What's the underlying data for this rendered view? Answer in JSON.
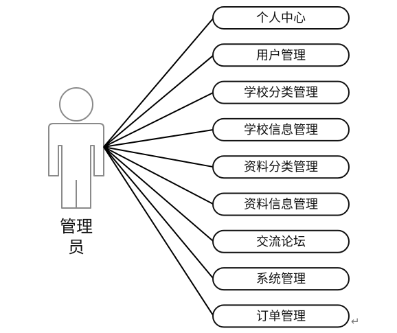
{
  "actor": {
    "label_line1": "管理",
    "label_line2": "员"
  },
  "use_cases": [
    {
      "label": "个人中心"
    },
    {
      "label": "用户管理"
    },
    {
      "label": "学校分类管理"
    },
    {
      "label": "学校信息管理"
    },
    {
      "label": "资料分类管理"
    },
    {
      "label": "资料信息管理"
    },
    {
      "label": "交流论坛"
    },
    {
      "label": "系统管理"
    },
    {
      "label": "订单管理"
    }
  ],
  "paragraph_mark": "↵",
  "colors": {
    "line": "#000000",
    "actor_stroke": "#8a8a8a",
    "box_stroke": "#111111"
  }
}
